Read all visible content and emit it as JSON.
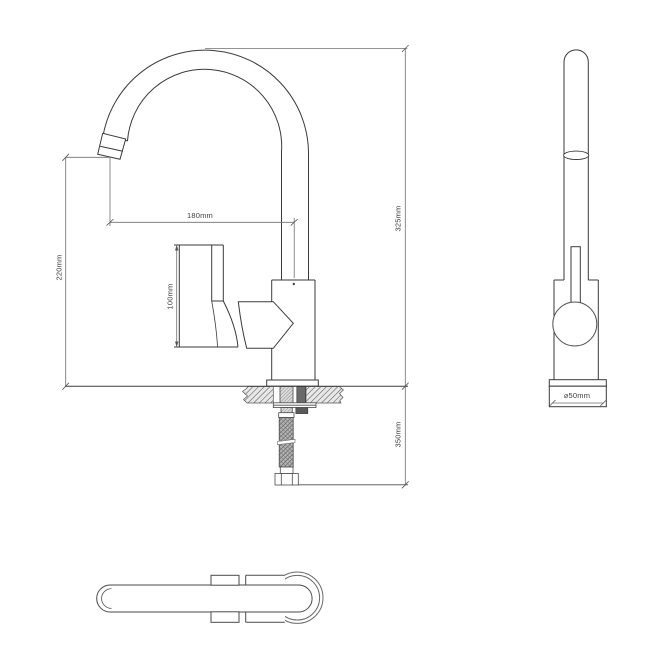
{
  "drawing": {
    "title": "faucet-technical-drawing",
    "colors": {
      "background": "#ffffff",
      "outline": "#3a3a3a",
      "dimension": "#6f6f6f"
    },
    "views": {
      "front": {
        "dim_spout_reach": "180mm",
        "dim_outlet_height": "220mm",
        "dim_handle_height": "100mm",
        "dim_total_height": "325mm",
        "dim_hose_length": "350mm"
      },
      "side": {
        "dim_base_diameter": "⌀50mm"
      }
    }
  }
}
